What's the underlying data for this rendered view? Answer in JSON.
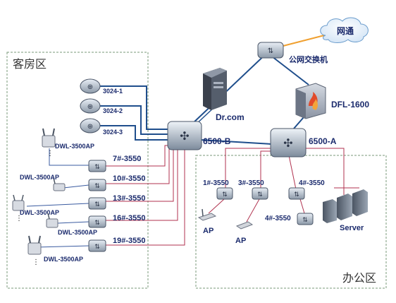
{
  "zones": {
    "guest": "客房区",
    "office": "办公区"
  },
  "nodes": {
    "internet": "网通",
    "public_switch": "公网交换机",
    "drcom": "Dr.com",
    "firewall": "DFL-1600",
    "core_b": "6500-B",
    "core_a": "6500-A",
    "sw_3024_1": "3024-1",
    "sw_3024_2": "3024-2",
    "sw_3024_3": "3024-3",
    "sw_7": "7#-3550",
    "sw_10": "10#-3550",
    "sw_13": "13#-3550",
    "sw_16": "16#-3550",
    "sw_19": "19#-3550",
    "ap_1": "DWL-3500AP",
    "ap_2": "DWL-3500AP",
    "ap_3": "DWL-3500AP",
    "ap_4": "DWL-3500AP",
    "ap_5": "DWL-3500AP",
    "off_sw_1": "1#-3550",
    "off_sw_3": "3#-3550",
    "off_sw_4a": "4#-3550",
    "off_sw_4b": "4#-3550",
    "off_ap_1": "AP",
    "off_ap_2": "AP",
    "server": "Server"
  },
  "colors": {
    "uplink_blue": "#1f4e8c",
    "access_red": "#b0324f",
    "wan_orange": "#f0a030",
    "ap_link": "#3a5ba0",
    "zone_border": "#7a9a7a"
  }
}
